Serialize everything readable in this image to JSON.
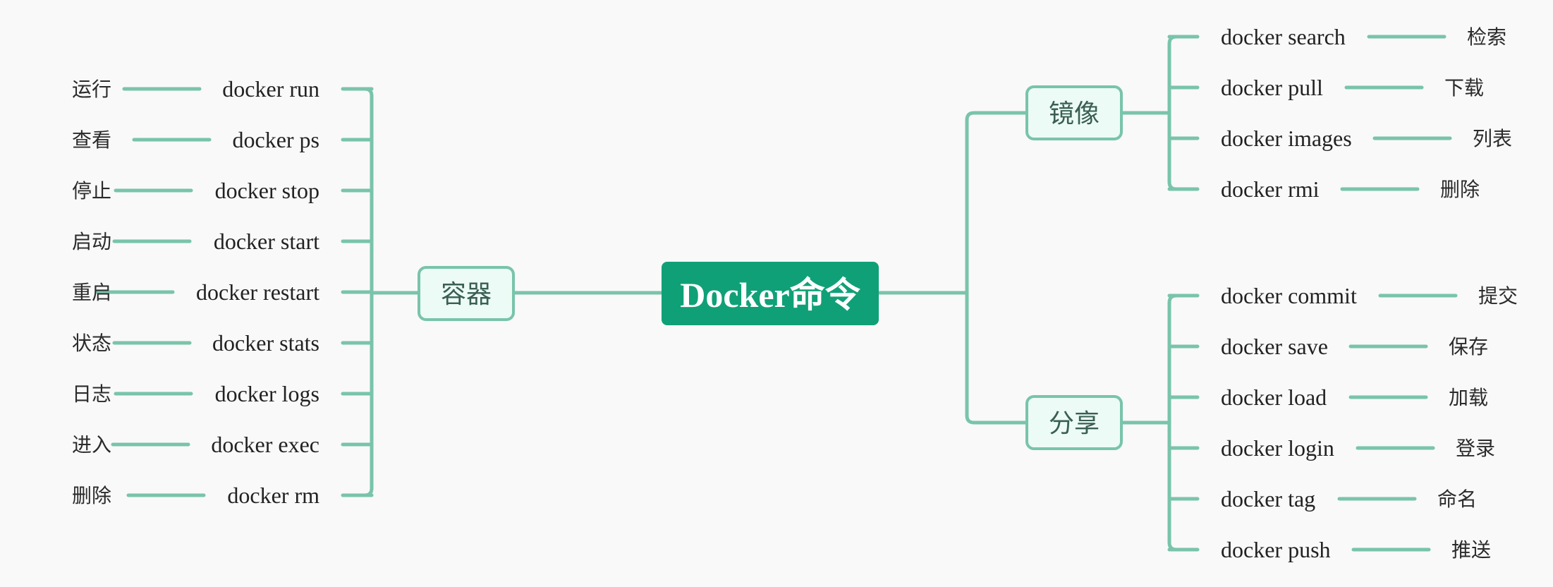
{
  "root": {
    "label": "Docker命令"
  },
  "colors": {
    "accent": "#10a077",
    "line": "#79c4aa",
    "box_fill": "#ecfbf5",
    "background": "#f9f9f9"
  },
  "branches": {
    "container": {
      "label": "容器",
      "items": [
        {
          "cmd": "docker run",
          "desc": "运行"
        },
        {
          "cmd": "docker ps",
          "desc": "查看"
        },
        {
          "cmd": "docker stop",
          "desc": "停止"
        },
        {
          "cmd": "docker start",
          "desc": "启动"
        },
        {
          "cmd": "docker restart",
          "desc": "重启"
        },
        {
          "cmd": "docker stats",
          "desc": "状态"
        },
        {
          "cmd": "docker logs",
          "desc": "日志"
        },
        {
          "cmd": "docker exec",
          "desc": "进入"
        },
        {
          "cmd": "docker rm",
          "desc": "删除"
        }
      ]
    },
    "image": {
      "label": "镜像",
      "items": [
        {
          "cmd": "docker search",
          "desc": "检索"
        },
        {
          "cmd": "docker pull",
          "desc": "下载"
        },
        {
          "cmd": "docker images",
          "desc": "列表"
        },
        {
          "cmd": "docker rmi",
          "desc": "删除"
        }
      ]
    },
    "share": {
      "label": "分享",
      "items": [
        {
          "cmd": "docker commit",
          "desc": "提交"
        },
        {
          "cmd": "docker save",
          "desc": "保存"
        },
        {
          "cmd": "docker load",
          "desc": "加载"
        },
        {
          "cmd": "docker login",
          "desc": "登录"
        },
        {
          "cmd": "docker tag",
          "desc": "命名"
        },
        {
          "cmd": "docker push",
          "desc": "推送"
        }
      ]
    }
  }
}
